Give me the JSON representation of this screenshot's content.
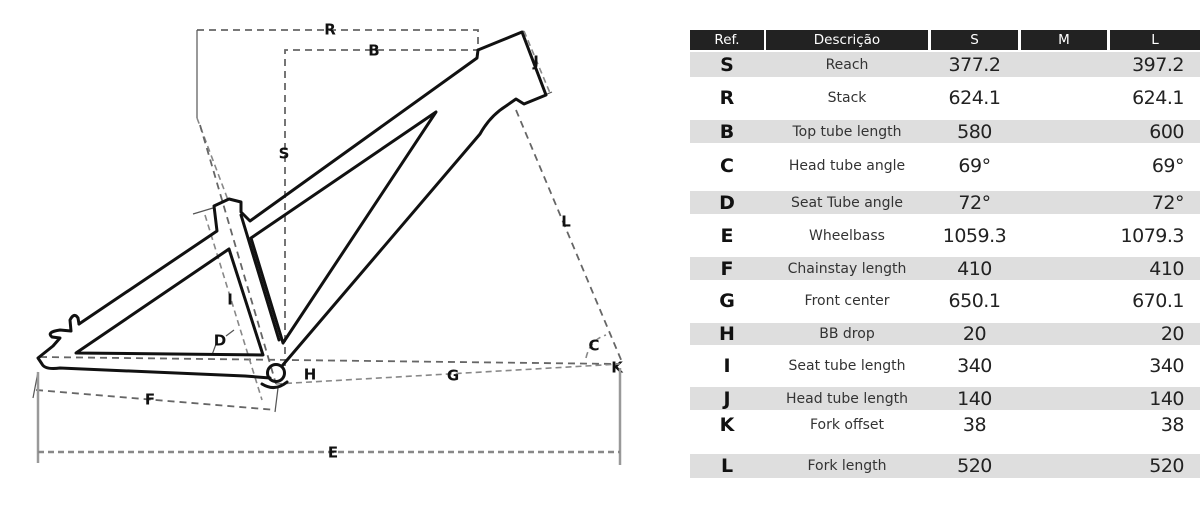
{
  "diagram": {
    "labels": {
      "R": "R",
      "B": "B",
      "J": "J",
      "S": "S",
      "L": "L",
      "I": "I",
      "D": "D",
      "C": "C",
      "H": "H",
      "G": "G",
      "K": "K",
      "F": "F",
      "E": "E"
    }
  },
  "table": {
    "headers": {
      "ref": "Ref.",
      "desc": "Descrição",
      "s": "S",
      "m": "M",
      "l": "L"
    },
    "rows": [
      {
        "ref": "S",
        "desc": "Reach",
        "s": "377.2",
        "m": "",
        "l": "397.2"
      },
      {
        "ref": "R",
        "desc": "Stack",
        "s": "624.1",
        "m": "",
        "l": "624.1"
      },
      {
        "ref": "B",
        "desc": "Top tube length",
        "s": "580",
        "m": "",
        "l": "600"
      },
      {
        "ref": "C",
        "desc": "Head tube angle",
        "s": "69°",
        "m": "",
        "l": "69°"
      },
      {
        "ref": "D",
        "desc": "Seat Tube angle",
        "s": "72°",
        "m": "",
        "l": "72°"
      },
      {
        "ref": "E",
        "desc": "Wheelbass",
        "s": "1059.3",
        "m": "",
        "l": "1079.3"
      },
      {
        "ref": "F",
        "desc": "Chainstay length",
        "s": "410",
        "m": "",
        "l": "410"
      },
      {
        "ref": "G",
        "desc": "Front center",
        "s": "650.1",
        "m": "",
        "l": "670.1"
      },
      {
        "ref": "H",
        "desc": "BB drop",
        "s": "20",
        "m": "",
        "l": "20"
      },
      {
        "ref": "I",
        "desc": "Seat tube length",
        "s": "340",
        "m": "",
        "l": "340"
      },
      {
        "ref": "J",
        "desc": "Head tube length",
        "s": "140",
        "m": "",
        "l": "140"
      },
      {
        "ref": "K",
        "desc": "Fork offset",
        "s": "38",
        "m": "",
        "l": "38"
      },
      {
        "ref": "L",
        "desc": "Fork length",
        "s": "520",
        "m": "",
        "l": "520"
      }
    ]
  },
  "colors": {
    "header_bg": "#222222",
    "stripe_bg": "#dedede",
    "frame_stroke": "#111111"
  }
}
